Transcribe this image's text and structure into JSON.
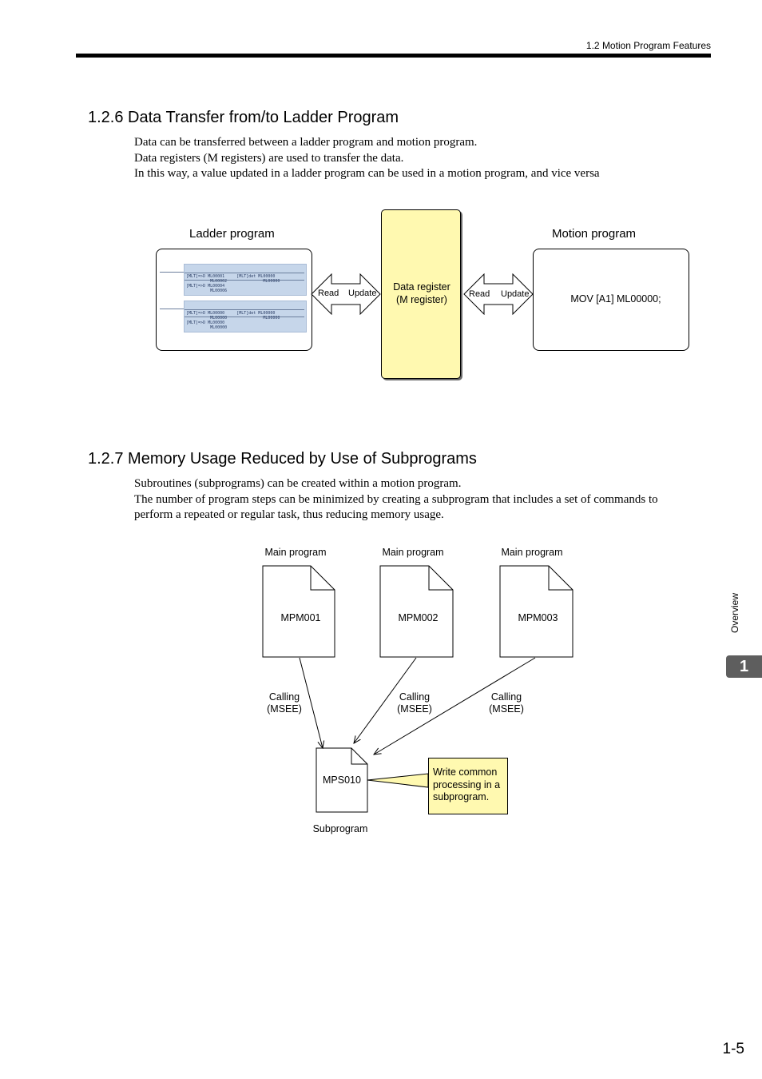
{
  "running_header": "1.2  Motion Program Features",
  "section_126": {
    "title": "1.2.6  Data Transfer from/to Ladder Program",
    "paragraphs": [
      "Data can be transferred between a ladder program and motion program.",
      "Data registers (M registers) are used to transfer the data.",
      "In this way, a value updated in a ladder program can be used in a motion program, and vice versa"
    ],
    "diagram": {
      "ladder_label": "Ladder program",
      "motion_label": "Motion program",
      "register_line1": "Data register",
      "register_line2": "(M register)",
      "read": "Read",
      "update": "Update",
      "motion_code": "MOV [A1] ML00000;"
    }
  },
  "section_127": {
    "title": "1.2.7  Memory Usage Reduced by Use of Subprograms",
    "paragraphs": [
      "Subroutines (subprograms) can be created within a motion program.",
      "The number of program steps can be minimized by creating a subprogram that includes a set of commands to perform a repeated or regular task, thus reducing memory usage."
    ],
    "diagram": {
      "main_label": "Main program",
      "programs": [
        "MPM001",
        "MPM002",
        "MPM003"
      ],
      "calling_line1": "Calling",
      "calling_line2": "(MSEE)",
      "subprogram_name": "MPS010",
      "subprogram_label": "Subprogram",
      "note": "Write common processing in a subprogram."
    }
  },
  "side_tab": {
    "number": "1",
    "text": "Overview"
  },
  "page_number": "1-5"
}
